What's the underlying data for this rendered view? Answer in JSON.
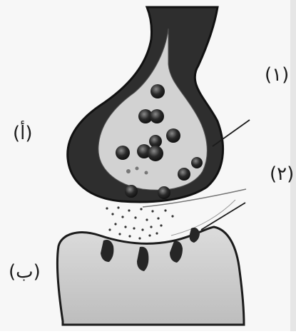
{
  "labels": {
    "label_1": "(١)",
    "label_2": "(٢)",
    "label_a": "(أ)",
    "label_b": "(ب)"
  },
  "colors": {
    "background": "#f7f7f7",
    "ink": "#1b1b1b",
    "axon_fill": "#2e2e2e",
    "knob_cytoplasm": "#d2d2d2",
    "postsynaptic_fill": "#cfcfcf",
    "vesicle": "#222222"
  }
}
